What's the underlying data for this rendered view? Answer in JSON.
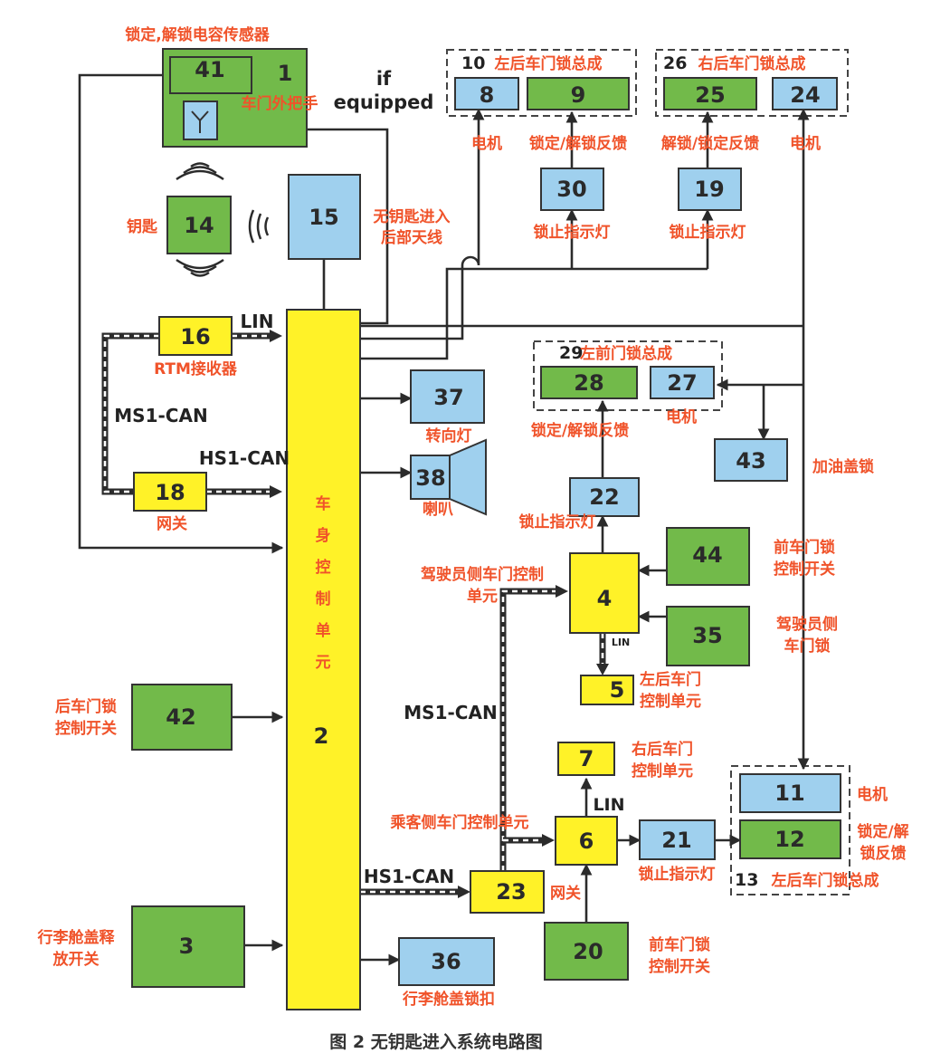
{
  "colors": {
    "green": "#72ba4a",
    "blue": "#9fd0ee",
    "yellow": "#fff228",
    "label": "#f0532a",
    "line": "#2b2b2b"
  },
  "nodes": {
    "n1": "1",
    "n2": "2",
    "n3": "3",
    "n4": "4",
    "n5": "5",
    "n6": "6",
    "n7": "7",
    "n8": "8",
    "n9": "9",
    "n10": "10",
    "n11": "11",
    "n12": "12",
    "n13": "13",
    "n14": "14",
    "n15": "15",
    "n16": "16",
    "n18": "18",
    "n19": "19",
    "n20": "20",
    "n21": "21",
    "n22": "22",
    "n23": "23",
    "n24": "24",
    "n25": "25",
    "n26": "26",
    "n27": "27",
    "n28": "28",
    "n29": "29",
    "n30": "30",
    "n35": "35",
    "n36": "36",
    "n37": "37",
    "n38": "38",
    "n41": "41",
    "n42": "42",
    "n43": "43",
    "n44": "44"
  },
  "labels": {
    "capacitive_sensor": "锁定,解锁电容传感器",
    "door_handle": "车门外把手",
    "if_equipped_1": "if",
    "if_equipped_2": "equipped",
    "left_rear_lock_assy": "左后车门锁总成",
    "right_rear_lock_assy": "右后车门锁总成",
    "motor_8": "电机",
    "feedback_9": "锁定/解锁反馈",
    "feedback_25": "解锁/锁定反馈",
    "motor_24": "电机",
    "indicator_30": "锁止指示灯",
    "indicator_19": "锁止指示灯",
    "key": "钥匙",
    "antenna_1": "无钥匙进入",
    "antenna_2": "后部天线",
    "lin_top": "LIN",
    "rtm": "RTM接收器",
    "ms1_can_left": "MS1-CAN",
    "hs1_can_top": "HS1-CAN",
    "gateway_18": "网关",
    "bcm_1": "车",
    "bcm_2": "身",
    "bcm_3": "控",
    "bcm_4": "制",
    "bcm_5": "单",
    "bcm_6": "元",
    "turn_lamp": "转向灯",
    "horn": "喇叭",
    "left_front_lock_assy": "左前门锁总成",
    "feedback_28": "锁定/解锁反馈",
    "motor_27": "电机",
    "fuel_lock": "加油盖锁",
    "indicator_22": "锁止指示灯",
    "driver_dcu_1": "驾驶员侧车门控制",
    "driver_dcu_2": "单元",
    "front_switch_44_1": "前车门锁",
    "front_switch_44_2": "控制开关",
    "driver_lock_1": "驾驶员侧",
    "driver_lock_2": "车门锁",
    "lin_small": "LIN",
    "lr_dcu_1": "左后车门",
    "lr_dcu_2": "控制单元",
    "ms1_can_mid": "MS1-CAN",
    "rear_switch_1": "后车门锁",
    "rear_switch_2": "控制开关",
    "rr_dcu_1": "右后车门",
    "rr_dcu_2": "控制单元",
    "motor_11": "电机",
    "lin_mid": "LIN",
    "feedback_12_1": "锁定/解",
    "feedback_12_2": "锁反馈",
    "passenger_dcu": "乘客侧车门控制单元",
    "indicator_21": "锁止指示灯",
    "left_rear_lock_assy_13": "左后车门锁总成",
    "hs1_can_bottom": "HS1-CAN",
    "gateway_23": "网关",
    "trunk_switch_1": "行李舱盖释",
    "trunk_switch_2": "放开关",
    "front_switch_20_1": "前车门锁",
    "front_switch_20_2": "控制开关",
    "trunk_latch": "行李舱盖锁扣"
  },
  "caption": "图 2  无钥匙进入系统电路图"
}
